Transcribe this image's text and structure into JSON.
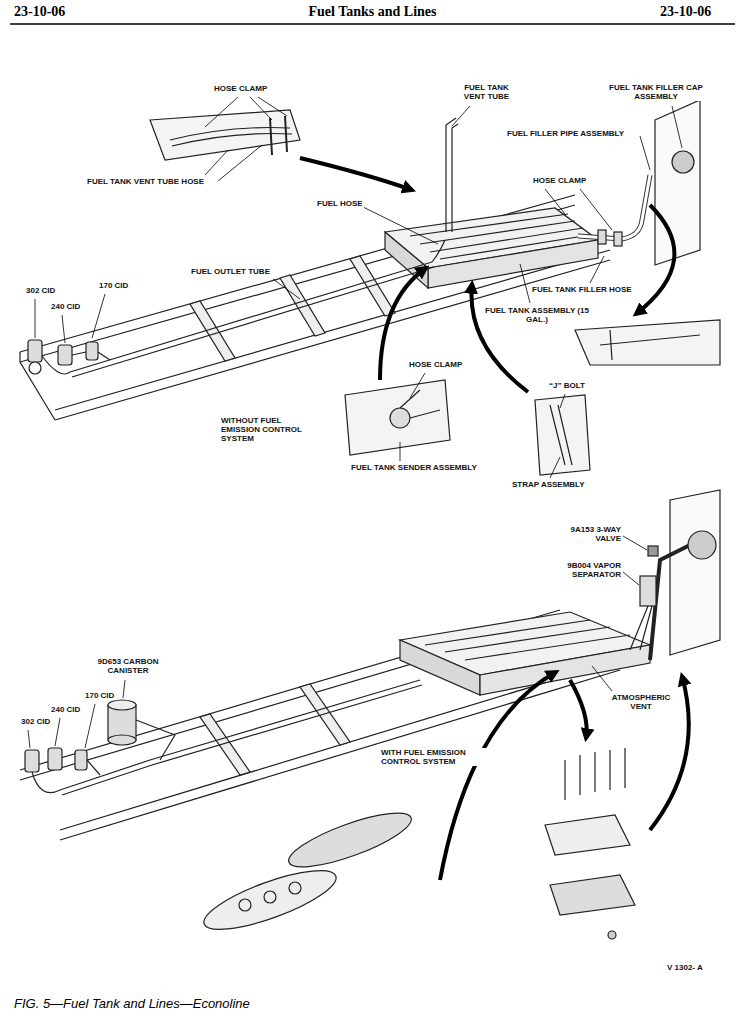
{
  "diagram": {
    "title": "Fuel Tanks and Lines",
    "caption": "FIG. 5—Fuel Tank and Lines—Econoline",
    "labels": [
      "23-10-06",
      "23-10-06",
      "HOSE CLAMP",
      "FUEL TANK VENT TUBE",
      "FUEL TANK FILLER CAP ASSEMBLY",
      "FUEL FILLER PIPE ASSEMBLY",
      "HOSE CLAMP",
      "FUEL TANK VENT TUBE HOSE",
      "FUEL HOSE",
      "FUEL OUTLET TUBE",
      "170 CID",
      "302 CID",
      "240 CID",
      "FUEL TANK FILLER HOSE",
      "FUEL TANK ASSEMBLY (15 GAL.)",
      "HOSE CLAMP",
      "“J” BOLT",
      "WITHOUT FUEL EMISSION CONTROL SYSTEM",
      "FUEL TANK SENDER ASSEMBLY",
      "STRAP ASSEMBLY",
      "9A153 3-WAY VALVE",
      "9B004 VAPOR SEPARATOR",
      "9D653 CARBON CANISTER",
      "170 CID",
      "240 CID",
      "302 CID",
      "ATMOSPHERIC VENT",
      "WITH FUEL EMISSION CONTROL SYSTEM",
      "V 1302- A"
    ]
  }
}
